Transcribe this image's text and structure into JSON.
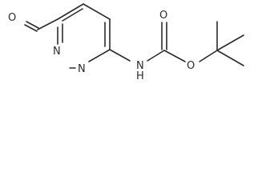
{
  "molecule": {
    "atom_labels": {
      "aldehyde_oxygen": "O",
      "ring_nitrogen_1": "N",
      "ring_nitrogen_2": "N",
      "amine_nh": "H",
      "amine_n": "N",
      "carbonyl_oxygen": "O",
      "ester_oxygen": "O"
    },
    "bond_color": "#2b2b2b",
    "label_color": "#2b2b2b",
    "background": "#ffffff"
  }
}
